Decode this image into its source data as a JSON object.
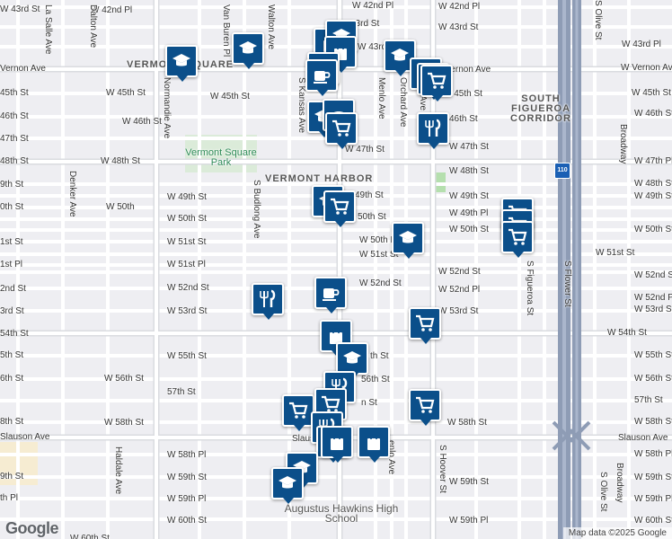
{
  "map": {
    "neighborhoods": [
      "VERMONT SQUARE",
      "VERMONT HARBOR",
      "SOUTH FIGUEROA CORRIDOR"
    ],
    "park": "Vermont Square Park",
    "school": "Augustus Hawkins High School",
    "freeway_shield": "110",
    "attribution": "Map data ©2025 Google",
    "logo": "Google",
    "street_labels": {
      "l0": "W 42nd Pl",
      "l1": "W 43rd St",
      "l2": "Van Buren Pl",
      "l3": "Walton Ave",
      "l4": "W 42nd Pl",
      "l5": "43rd St",
      "l6": "W 42nd Pl",
      "l7": "W 43rd St",
      "l8": "W 43rd Pl",
      "l9": "W 43rd Pl",
      "l10": "Vernon Ave",
      "l11": "W Vernon Ave",
      "l12": "W Vernon Ave",
      "l13": "La Salle Ave",
      "l14": "Dalton Ave",
      "l15": "45th St",
      "l16": "W 45th St",
      "l17": "W 45th St",
      "l18": "W 45th St",
      "l19": "W 45th St",
      "l20": "S Kansas Ave",
      "l21": "Menlo Ave",
      "l22": "Orchard Ave",
      "l23": "sley Ave",
      "l24": "46th St",
      "l25": "W 46th St",
      "l26": "46th St",
      "l27": "W 46th St",
      "l28": "47th St",
      "l29": "W 47th St",
      "l30": "W 47th St",
      "l31": "W 47th Pl",
      "l32": "48th St",
      "l33": "W 48th St",
      "l34": "W 48th St",
      "l35": "W 48th St",
      "l36": "Broadway",
      "l37": "9th St",
      "l38": "W 49th St",
      "l39": "49th St",
      "l40": "W 49th St",
      "l41": "W 49th St",
      "l42": "Normandie Ave",
      "l43": "0th St",
      "l44": "W 50th",
      "l45": "W 50th St",
      "l46": "50th St",
      "l47": "W 49th Pl",
      "l48": "W 50th St",
      "l49": "W 50th St",
      "l50": "S Budlong Ave",
      "l51": "Denker Ave",
      "l52": "1st St",
      "l53": "W 51st St",
      "l54": "W 50th Pl",
      "l55": "W 51st St",
      "l56": "W 51st St",
      "l57": "1st Pl",
      "l58": "W 51st Pl",
      "l59": "W 52nd St",
      "l60": "W 52nd St",
      "l61": "2nd St",
      "l62": "W 52nd St",
      "l63": "W 52nd St",
      "l64": "W 52nd Pl",
      "l65": "W 52nd Pl",
      "l66": "3rd St",
      "l67": "W 53rd St",
      "l68": "W 53rd St",
      "l69": "W 53rd St",
      "l70": "S Figueroa St",
      "l71": "S Flower St",
      "l72": "54th St",
      "l73": "W 54th St",
      "l74": "5th St",
      "l75": "W 55th St",
      "l76": "th St",
      "l77": "W 55th St",
      "l78": "6th St",
      "l79": "W 56th St",
      "l80": "56th St",
      "l81": "W 56th St",
      "l82": "57th St",
      "l83": "n St",
      "l84": "57th St",
      "l85": "8th St",
      "l86": "W 58th St",
      "l87": "W 58th St",
      "l88": "W 58th St",
      "l89": "Slauson Ave",
      "l90": "Slauson Ave",
      "l91": "Slauson Ave",
      "l92": "W 58th Pl",
      "l93": "W 58th Pl",
      "l94": "9th St",
      "l95": "W 59th St",
      "l96": "W 59th St",
      "l97": "W 59th St",
      "l98": "th Pl",
      "l99": "W 59th Pl",
      "l100": "W 59th Pl",
      "l101": "W 59th Pl",
      "l102": "W 60th St",
      "l103": "enlo Ave",
      "l104": "S Hoover St",
      "l105": "Haldale Ave",
      "l106": "S Olive St",
      "l107": "Broadway",
      "l108": "W 60th St",
      "l109": "W 60th St",
      "l110": "S Olive St"
    },
    "colors": {
      "pin": "#0b4f8a",
      "road": "#ffffff",
      "arterial": "#dadce0",
      "freeway": "#8e9cb5",
      "park": "#c7e8c0",
      "background": "#eeeef2"
    },
    "pins": [
      "school",
      "school",
      "store",
      "school",
      "school",
      "store",
      "school",
      "cafe",
      "store",
      "grocery",
      "grocery",
      "school",
      "bakery",
      "grocery",
      "restaurant",
      "grocery",
      "school",
      "grocery",
      "grocery",
      "grocery",
      "restaurant",
      "cafe",
      "grocery",
      "store",
      "school",
      "restaurant",
      "grocery",
      "grocery",
      "grocery",
      "restaurant",
      "store",
      "store",
      "store",
      "school",
      "school",
      "school"
    ]
  }
}
